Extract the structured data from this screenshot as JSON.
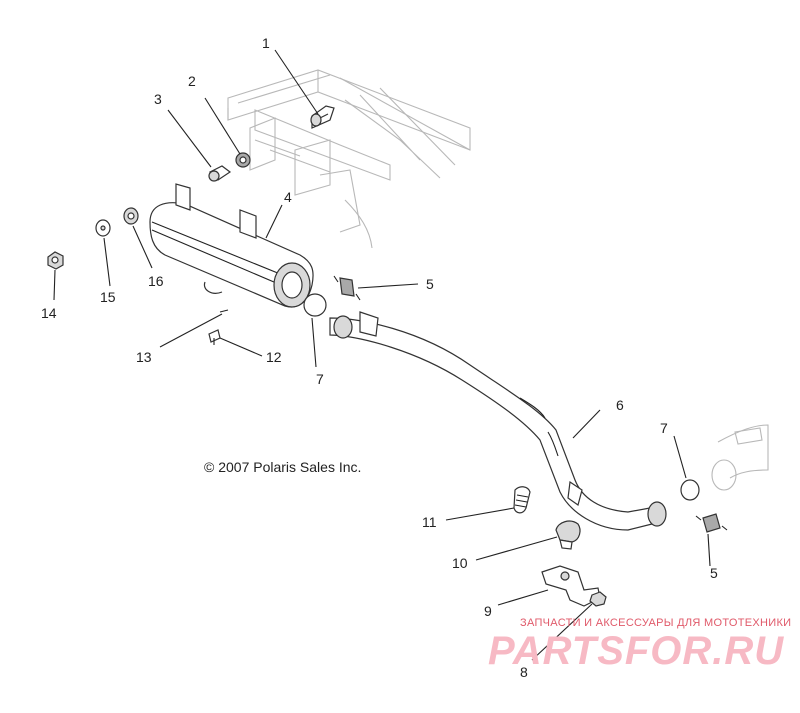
{
  "copyright": "© 2007 Polaris Sales Inc.",
  "watermark": {
    "tagline": "ЗАПЧАСТИ И АКСЕССУАРЫ ДЛЯ МОТОТЕХНИКИ",
    "brand": "PARTSFOR.RU"
  },
  "callouts": {
    "c1": "1",
    "c2": "2",
    "c3": "3",
    "c4": "4",
    "c5a": "5",
    "c5b": "5",
    "c6": "6",
    "c7a": "7",
    "c7b": "7",
    "c8": "8",
    "c9": "9",
    "c10": "10",
    "c11": "11",
    "c12": "12",
    "c13": "13",
    "c14": "14",
    "c15": "15",
    "c16": "16"
  }
}
